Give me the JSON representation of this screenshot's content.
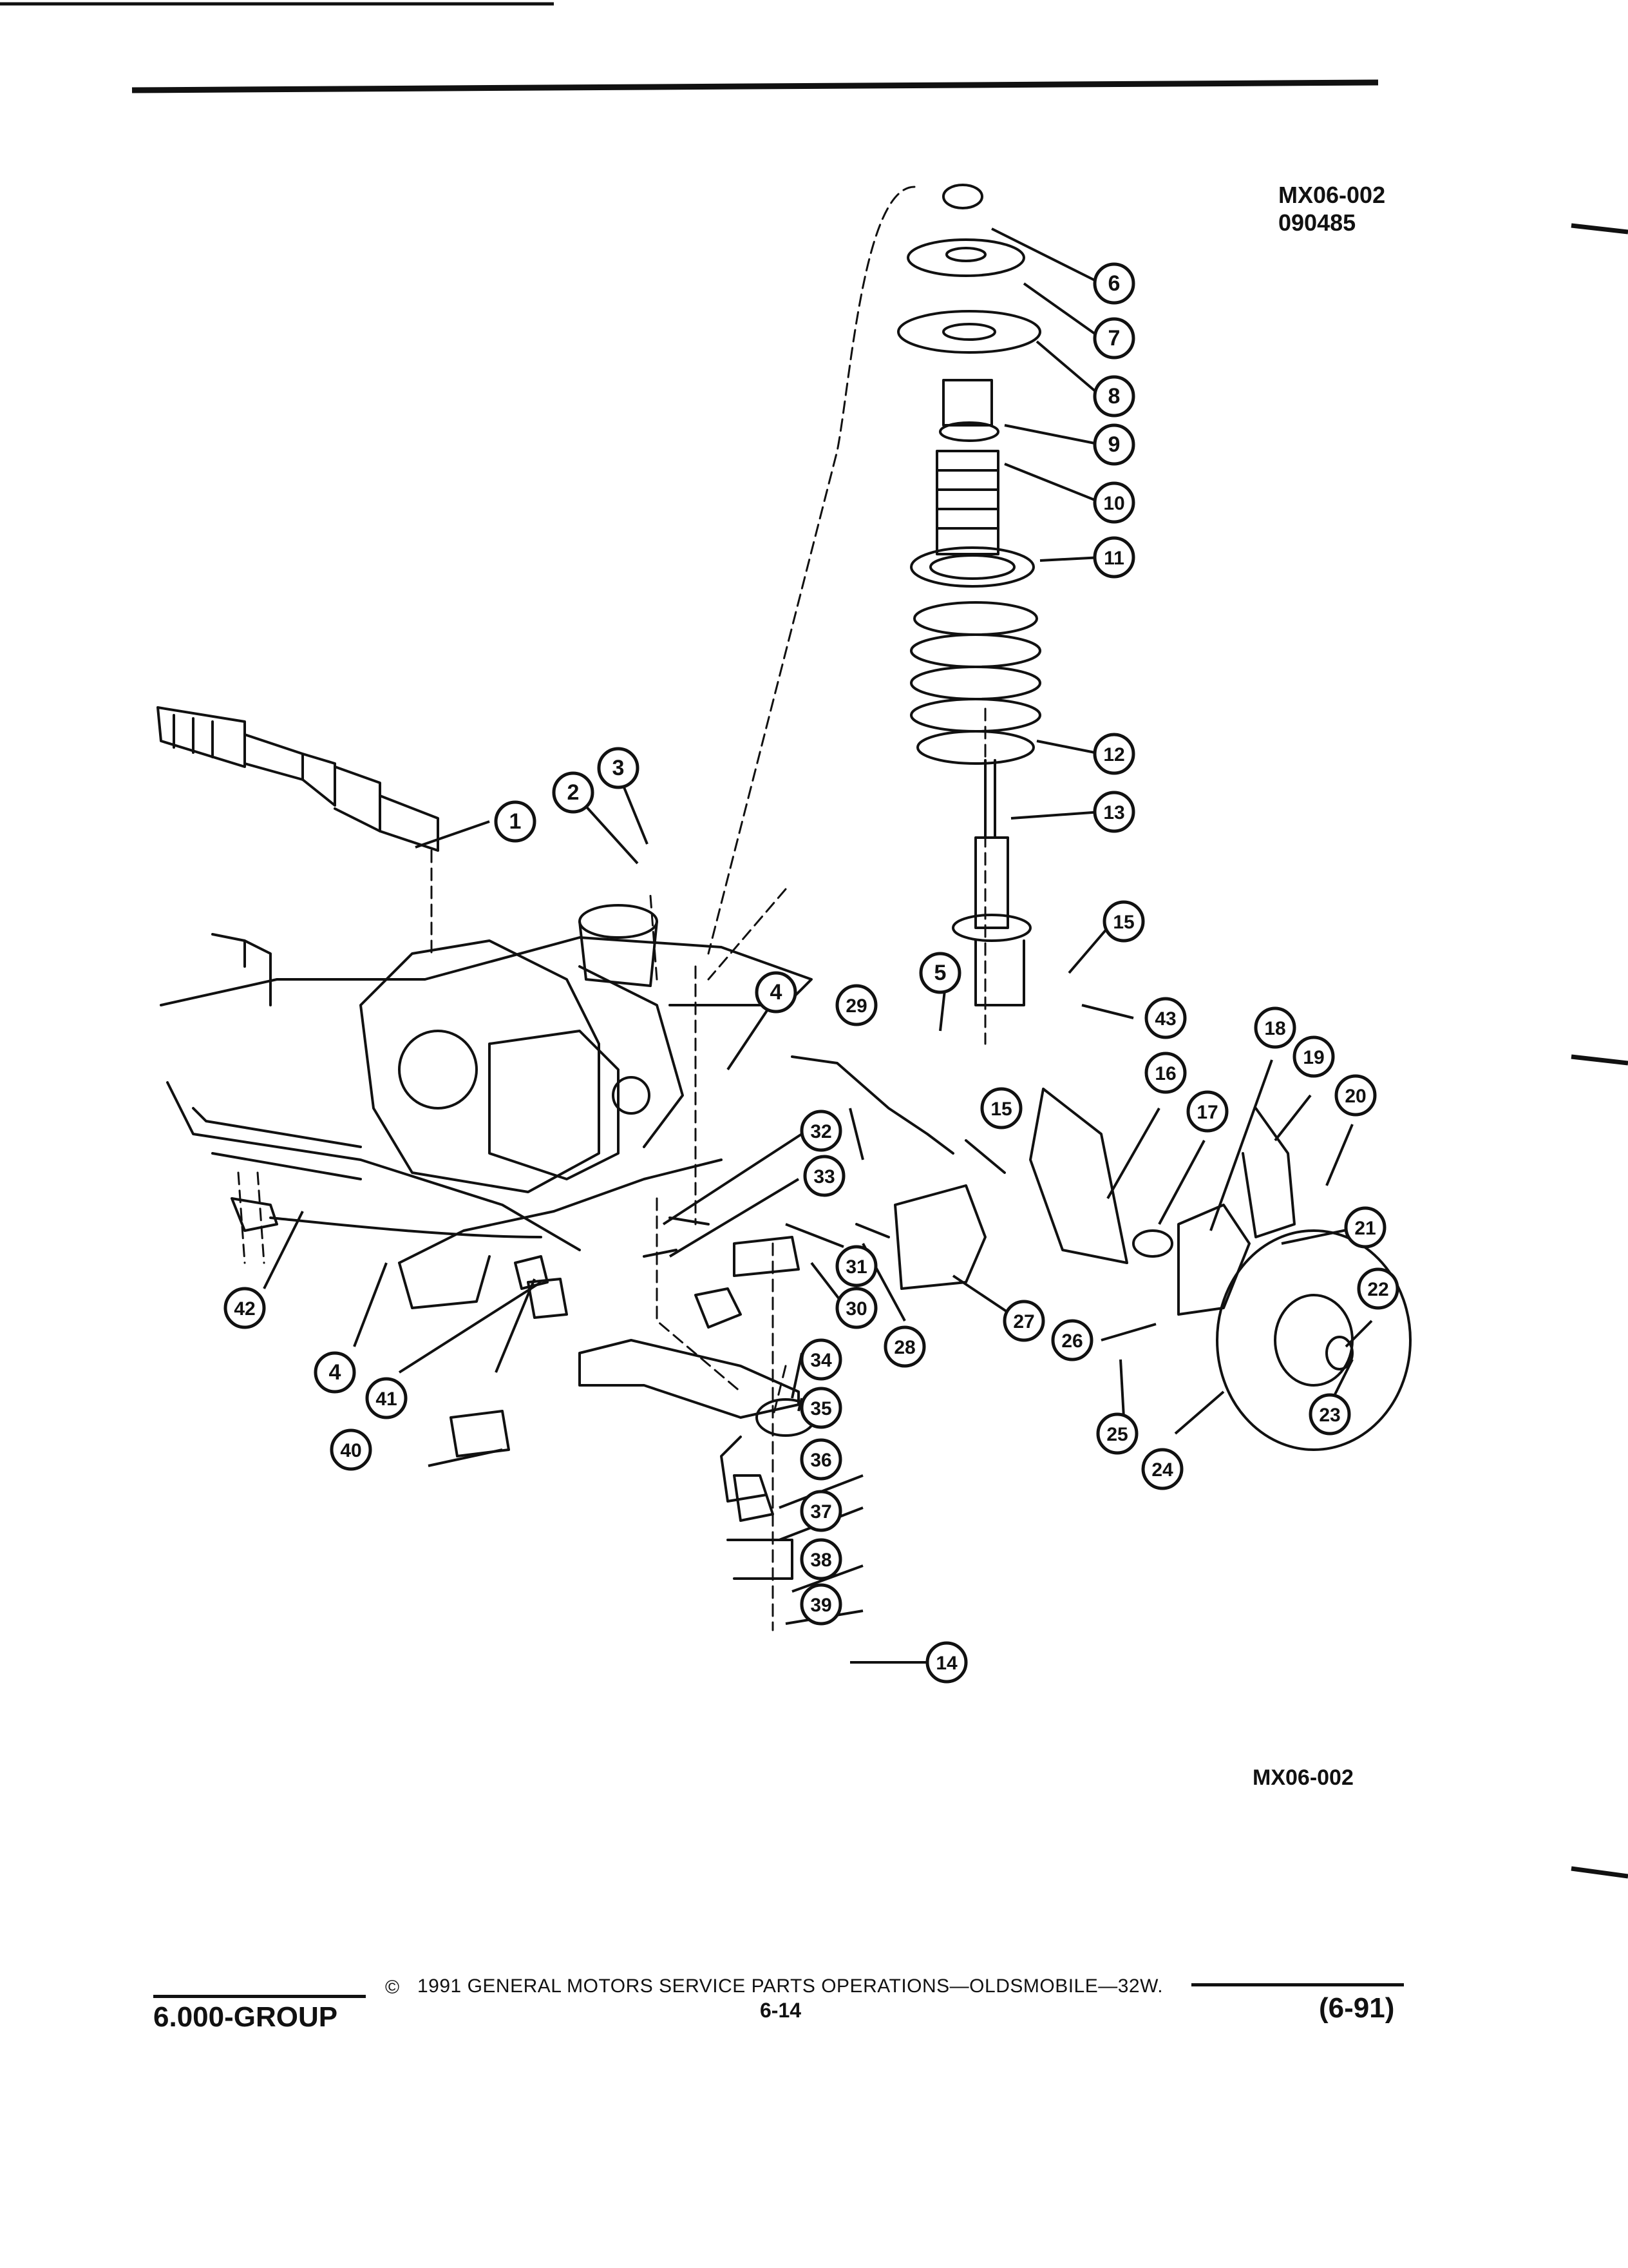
{
  "header": {
    "code_top": "MX06-002",
    "date_code": "090485"
  },
  "diagram": {
    "figure_code": "MX06-002",
    "callouts": [
      "1",
      "2",
      "3",
      "4",
      "4",
      "5",
      "6",
      "7",
      "8",
      "9",
      "10",
      "11",
      "12",
      "13",
      "14",
      "15",
      "15",
      "16",
      "17",
      "18",
      "19",
      "20",
      "21",
      "22",
      "23",
      "24",
      "25",
      "26",
      "27",
      "28",
      "29",
      "30",
      "31",
      "32",
      "33",
      "34",
      "35",
      "36",
      "37",
      "38",
      "39",
      "40",
      "41",
      "42",
      "43"
    ]
  },
  "footer": {
    "copyright_symbol": "©",
    "copyright_text": "1991 GENERAL MOTORS SERVICE PARTS OPERATIONS—OLDSMOBILE—32W.",
    "group": "6.000-GROUP",
    "page_number": "6-14",
    "revision": "(6-91)"
  }
}
